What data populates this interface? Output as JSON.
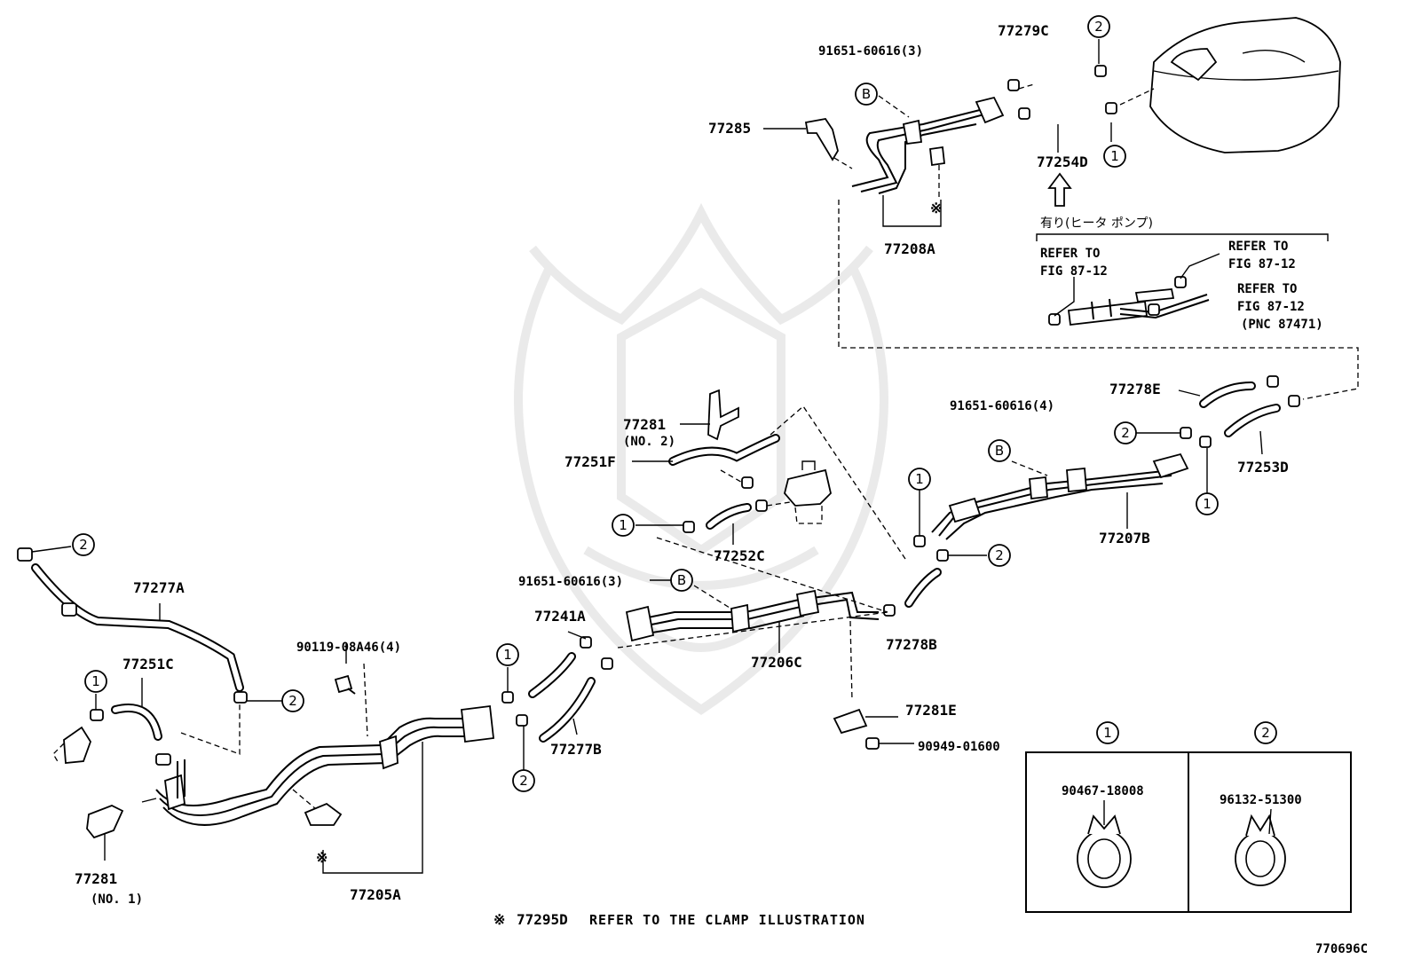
{
  "diagram": {
    "parts": {
      "p91651_top": "91651-60616(3)",
      "p77279C": "77279C",
      "p77285": "77285",
      "p77254D": "77254D",
      "p77208A": "77208A",
      "jp_note": "有り(ヒータ ポンプ)",
      "refer1_a": "REFER TO",
      "refer1_b": "FIG 87-12",
      "refer2_a": "REFER TO",
      "refer2_b": "FIG 87-12",
      "refer3_a": "REFER TO",
      "refer3_b": "FIG 87-12",
      "refer3_c": "(PNC 87471)",
      "p77278E": "77278E",
      "p91651_mid": "91651-60616(4)",
      "p77253D": "77253D",
      "p77207B": "77207B",
      "p77281_no2": "77281",
      "p77281_no2_sub": "(NO. 2)",
      "p77251F": "77251F",
      "p77252C": "77252C",
      "p91651_low": "91651-60616(3)",
      "p77241A": "77241A",
      "p77206C": "77206C",
      "p77278B": "77278B",
      "p77277A": "77277A",
      "p90119": "90119-08A46(4)",
      "p77251C": "77251C",
      "p77277B": "77277B",
      "p77281E": "77281E",
      "p90949": "90949-01600",
      "p77281_no1": "77281",
      "p77281_no1_sub": "(NO. 1)",
      "p77205A": "77205A",
      "p90467": "90467-18008",
      "p96132": "96132-51300"
    },
    "callouts": {
      "one": "1",
      "two": "2",
      "b": "B",
      "asterisk": "※"
    },
    "footnote_mark": "※",
    "footnote_part": "77295D",
    "footnote_text": "REFER TO THE CLAMP ILLUSTRATION",
    "figure_id": "770696C"
  }
}
